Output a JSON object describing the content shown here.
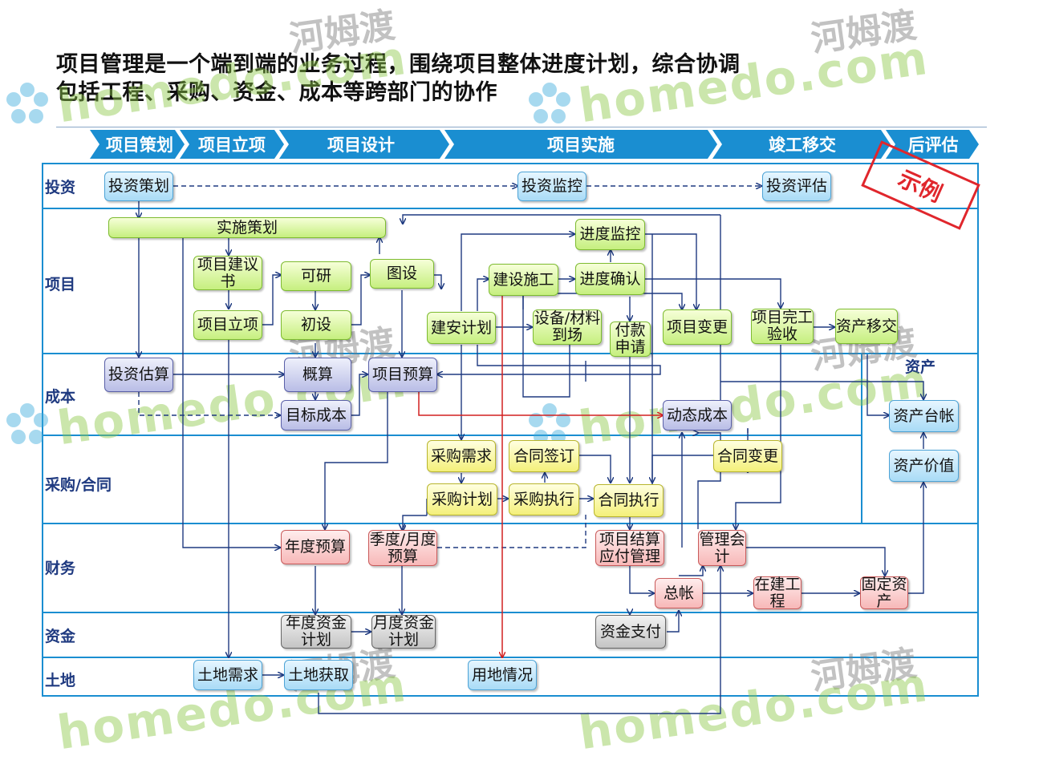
{
  "title": {
    "line1": "项目管理是一个端到端的业务过程，围绕项目整体进度计划，综合协调",
    "line2": "包括工程、采购、资金、成本等跨部门的协作"
  },
  "phases": [
    "项目策划",
    "项目立项",
    "项目设计",
    "项目实施",
    "竣工移交",
    "后评估"
  ],
  "lanes": [
    "投资",
    "项目",
    "成本",
    "采购/合同",
    "财务",
    "资金",
    "土地"
  ],
  "asset_label": "资产",
  "stamp": "示例",
  "boxes": {
    "invest_plan": "投资策划",
    "invest_monitor": "投资监控",
    "invest_eval": "投资评估",
    "impl_plan": "实施策划",
    "proposal": "项目建议书",
    "feasibility": "可研",
    "drawing": "图设",
    "approval": "项目立项",
    "prelim_design": "初设",
    "build_plan": "建安计划",
    "construction": "建设施工",
    "progress_monitor": "进度监控",
    "progress_confirm": "进度确认",
    "equipment": "设备/材料到场",
    "payment_request": "付款申请",
    "change": "项目变更",
    "completion": "项目完工验收",
    "asset_transfer": "资产移交",
    "invest_estimate": "投资估算",
    "rough_estimate": "概算",
    "budget": "项目预算",
    "target_cost": "目标成本",
    "dynamic_cost": "动态成本",
    "asset_ledger": "资产台帐",
    "asset_value": "资产价值",
    "purchase_need": "采购需求",
    "contract_sign": "合同签订",
    "contract_change": "合同变更",
    "purchase_plan": "采购计划",
    "purchase_exec": "采购执行",
    "contract_exec": "合同执行",
    "annual_budget": "年度预算",
    "monthly_budget": "季度/月度预算",
    "settlement": "项目结算应付管理",
    "mgmt_account": "管理会计",
    "ledger": "总帐",
    "in_progress": "在建工程",
    "fixed_asset": "固定资产",
    "annual_fund": "年度资金计划",
    "monthly_fund": "月度资金计划",
    "fund_pay": "资金支付",
    "land_need": "土地需求",
    "land_get": "土地获取",
    "land_use": "用地情况"
  },
  "watermark": {
    "cn": "河姆渡",
    "latin": "homedo.com"
  },
  "colors": {
    "lane_border": "#1a8ed1",
    "phase_bar": "#1a8ed1",
    "arrow": "#1f3a80",
    "red_arrow": "#d22020",
    "stamp": "#e0262c"
  }
}
